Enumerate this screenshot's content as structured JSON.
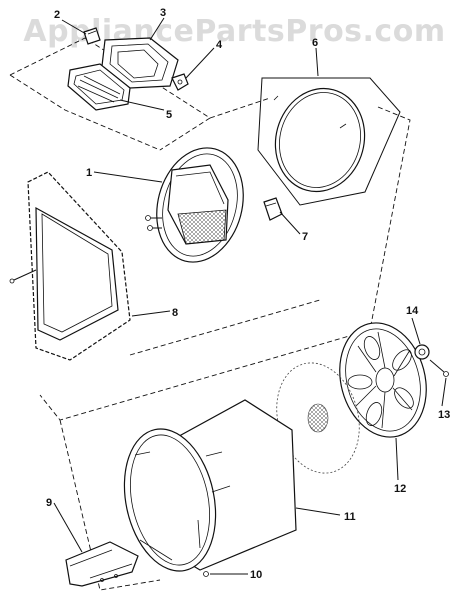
{
  "watermark": "AppliancePartsPros.com",
  "callouts": {
    "p1": "1",
    "p2": "2",
    "p3": "3",
    "p4": "4",
    "p5": "5",
    "p6": "6",
    "p7": "7",
    "p8": "8",
    "p9": "9",
    "p10": "10",
    "p11": "11",
    "p12": "12",
    "p13": "13",
    "p14": "14"
  }
}
